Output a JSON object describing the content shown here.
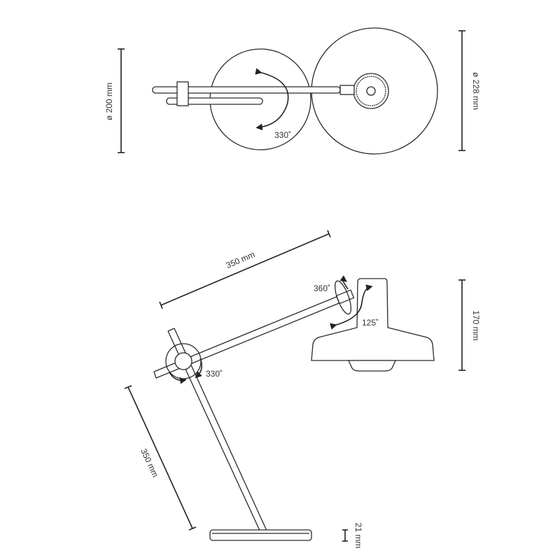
{
  "top_view": {
    "base_diameter": "ø 200 mm",
    "shade_diameter": "ø 228 mm",
    "rotation": "330˚"
  },
  "side_view": {
    "arm_length": "350 mm",
    "shade_rotation": "360˚",
    "shade_tilt": "125˚",
    "shade_height": "170 mm",
    "pivot_rotation": "330˚",
    "stand_length": "350 mm",
    "base_height": "21 mm"
  }
}
